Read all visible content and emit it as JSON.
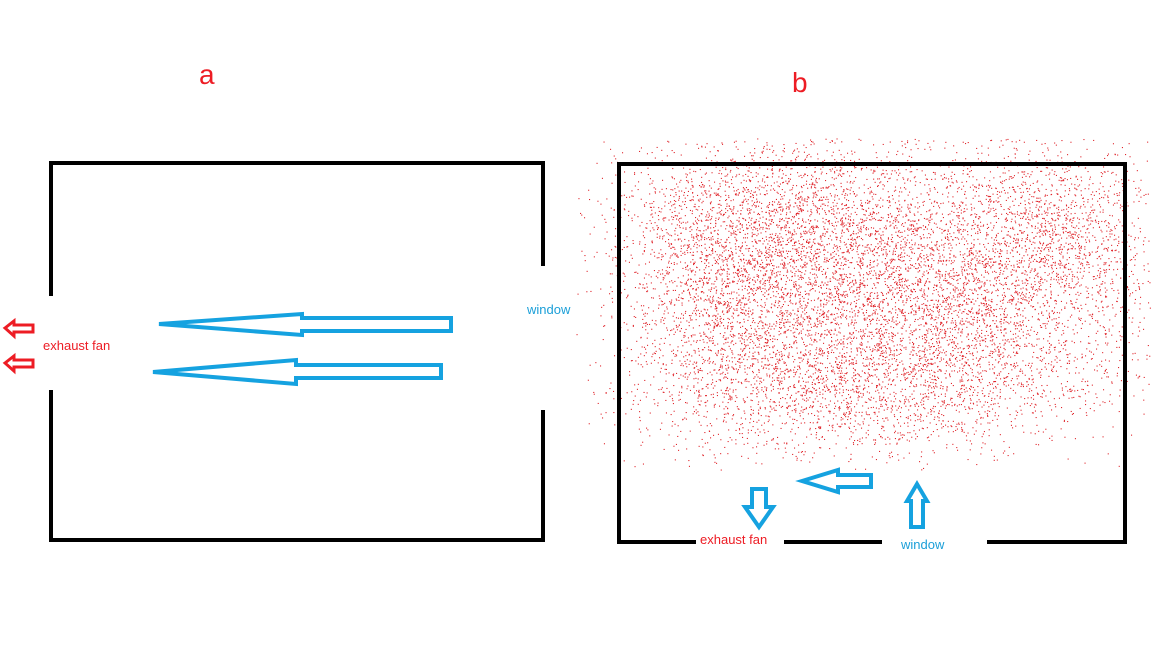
{
  "colors": {
    "wall": "#000000",
    "label_red": "#ed1c24",
    "label_blue": "#1b9fd8",
    "airflow_blue": "#15a2e0",
    "exhaust_red": "#ed1c24",
    "particles": "#e0262c"
  },
  "panel_a": {
    "letter": "a",
    "window_label": "window",
    "fan_label": "exhaust fan"
  },
  "panel_b": {
    "letter": "b",
    "window_label": "window",
    "fan_label": "exhaust fan"
  },
  "icons": {
    "airflow": "arrow-left-outline-icon",
    "exhaust": "arrow-left-outline-icon",
    "window_inflow": "arrow-up-outline-icon",
    "fan_outflow": "arrow-down-outline-icon"
  }
}
